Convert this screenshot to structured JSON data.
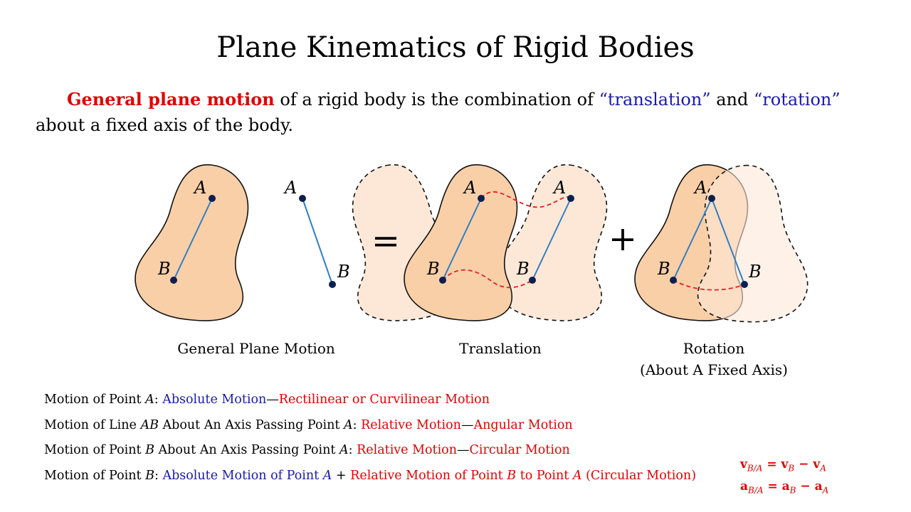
{
  "title": "Plane Kinematics of Rigid Bodies",
  "intro": {
    "highlight": "General plane motion",
    "text1": " of a rigid body is the combination of ",
    "translation": "“translation”",
    "and": " and ",
    "rotation": "“rotation”",
    "text2": " about a fixed axis of the body."
  },
  "diagram": {
    "point_a": "A",
    "point_b": "B",
    "equals": "=",
    "plus": "+",
    "caption_general": "General Plane Motion",
    "caption_translation": "Translation",
    "caption_rotation": "Rotation",
    "caption_rotation_sub": "(About A Fixed Axis)"
  },
  "motion_lines": [
    {
      "p1": "Motion of Point ",
      "v1": "A",
      "p2": ": ",
      "blue": "Absolute Motion",
      "dash": "—",
      "red": "Rectilinear or Curvilinear Motion"
    },
    {
      "p1": "Motion of Line ",
      "v1": "AB",
      "p2": " About An Axis Passing Point ",
      "v2": "A",
      "p3": ": ",
      "red1": "Relative Motion",
      "dash": "—",
      "red2": "Angular Motion"
    },
    {
      "p1": "Motion of Point ",
      "v1": "B",
      "p2": " About An Axis Passing Point ",
      "v2": "A",
      "p3": ": ",
      "red1": "Relative Motion",
      "dash": "—",
      "red2": "Circular Motion"
    },
    {
      "p1": "Motion of Point ",
      "v1": "B",
      "p2": ": ",
      "blue1": "Absolute Motion of Point ",
      "blue_v": "A",
      "plus": " + ",
      "red1": "Relative Motion of Point ",
      "red_v1": "B",
      "red2": " to Point ",
      "red_v2": "A",
      "red3": " (Circular Motion)"
    }
  ],
  "equations": {
    "v_left": "v",
    "v_left_sub": "B/A",
    "v_eq": " = ",
    "v_b": "v",
    "v_b_sub": "B",
    "v_minus": " − ",
    "v_a": "v",
    "v_a_sub": "A",
    "a_left": "a",
    "a_left_sub": "B/A",
    "a_eq": " = ",
    "a_b": "a",
    "a_b_sub": "B",
    "a_minus": " − ",
    "a_a": "a",
    "a_a_sub": "A"
  },
  "colors": {
    "body_fill": "#f9cfa8",
    "body_light": "#fde8d8",
    "segment": "#2f7fc4",
    "point": "#0d1f4f",
    "path": "#e02020"
  }
}
